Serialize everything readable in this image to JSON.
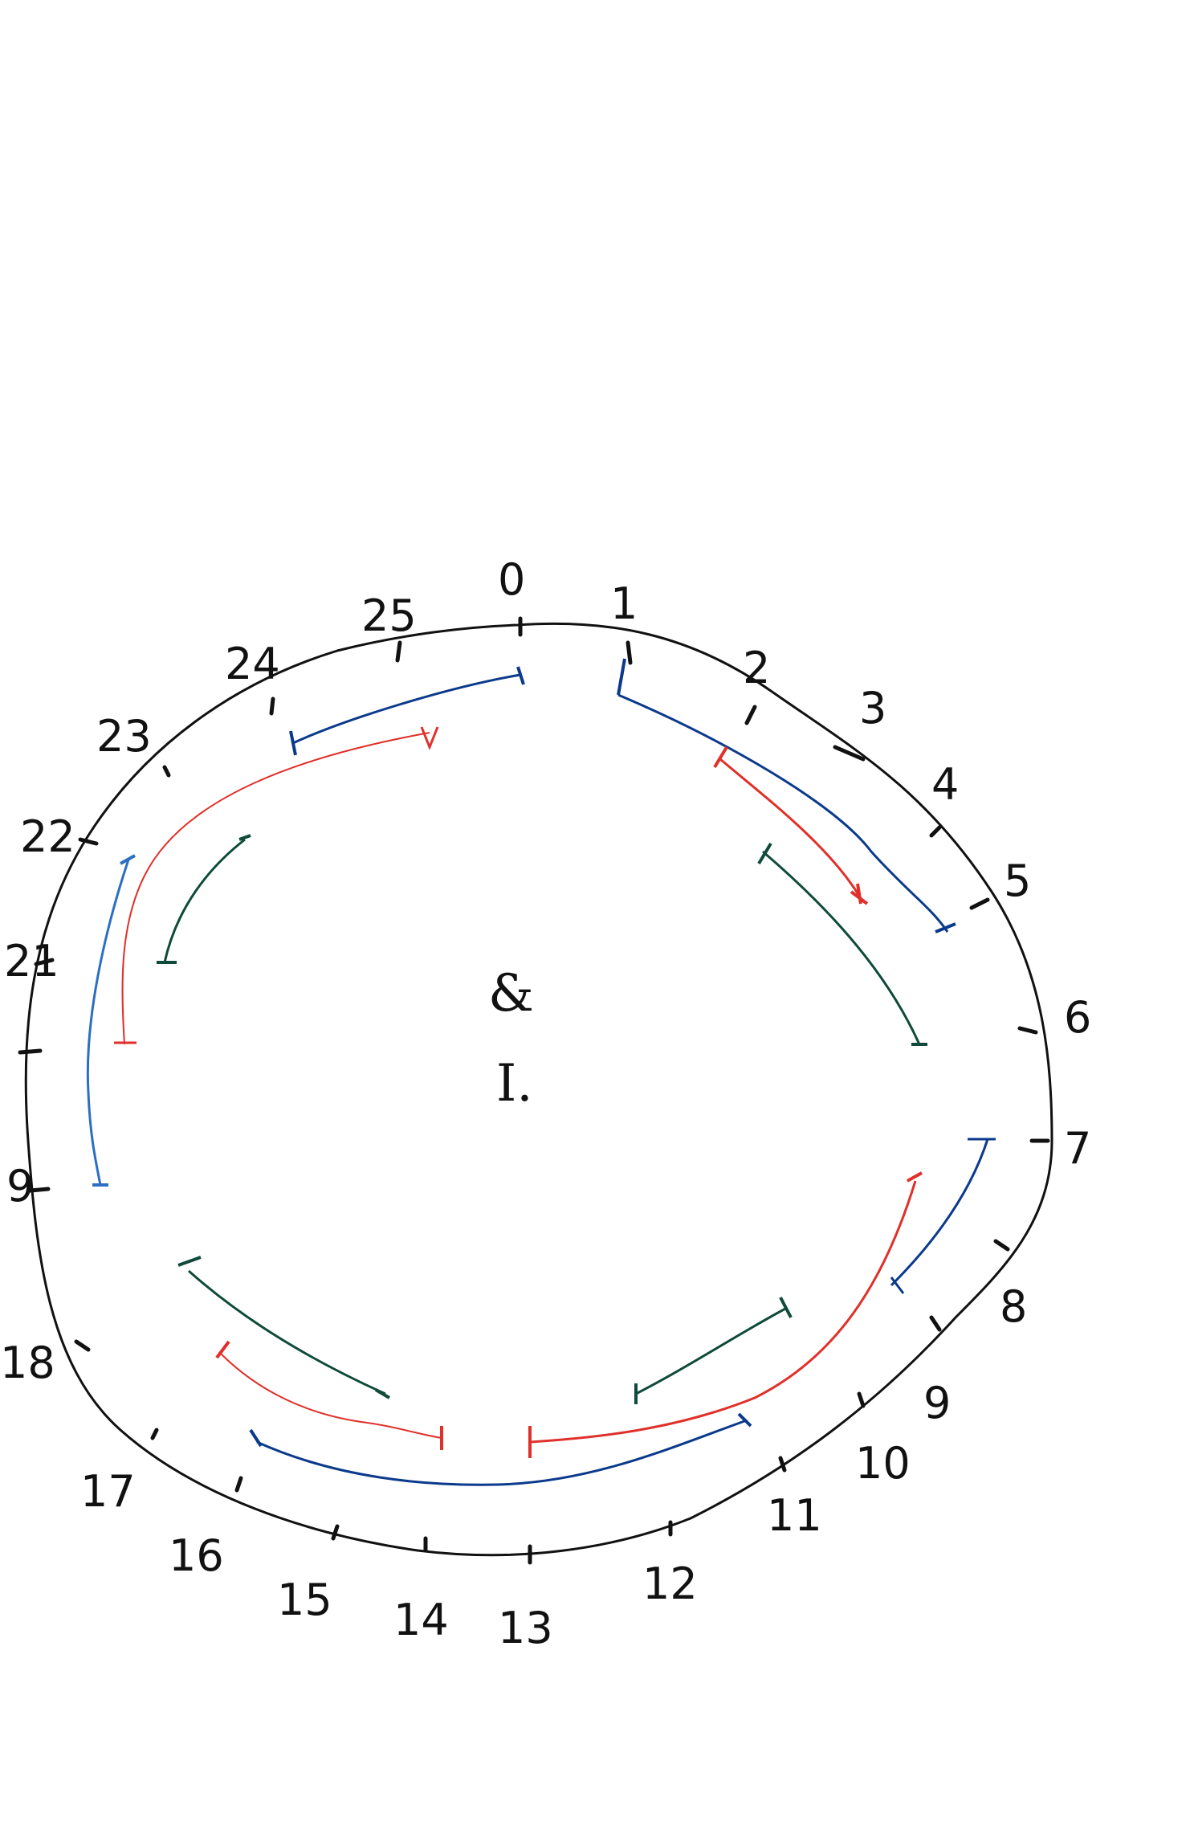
{
  "colors": {
    "outline": "#111111",
    "blue": "#0b3a8c",
    "light_blue": "#2a6fc2",
    "red": "#e0302a",
    "green": "#0f4a3a"
  },
  "dial": {
    "positions": [
      "0",
      "1",
      "2",
      "3",
      "4",
      "5",
      "6",
      "7",
      "8",
      "9",
      "10",
      "11",
      "12",
      "13",
      "14",
      "15",
      "16",
      "17",
      "18",
      "9",
      "",
      "21",
      "22",
      "23",
      "24",
      "25"
    ]
  },
  "center": {
    "line1": "&",
    "line2": "I."
  }
}
